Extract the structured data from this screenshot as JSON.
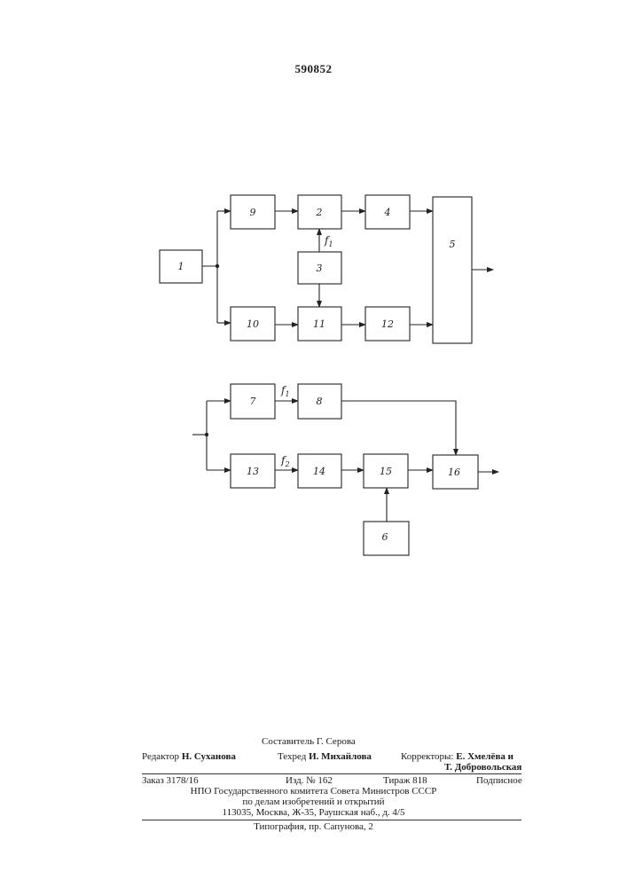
{
  "document": {
    "number": "590852"
  },
  "diagram": {
    "blocks": {
      "b1": "1",
      "b2": "2",
      "b3": "3",
      "b4": "4",
      "b5": "5",
      "b6": "6",
      "b7": "7",
      "b8": "8",
      "b9": "9",
      "b10": "10",
      "b11": "11",
      "b12": "12",
      "b13": "13",
      "b14": "14",
      "b15": "15",
      "b16": "16"
    },
    "freq_labels": {
      "f1_top": {
        "base": "f",
        "sub": "1"
      },
      "f1_bottom": {
        "base": "f",
        "sub": "1"
      },
      "f2_bottom": {
        "base": "f",
        "sub": "2"
      }
    }
  },
  "footer": {
    "compiler": "Составитель Г. Серова",
    "editor_label": "Редактор",
    "editor_name": "Н. Суханова",
    "techred_label": "Техред",
    "techred_name": "И. Михайлова",
    "correctors_label": "Корректоры:",
    "correctors_name1": "Е. Хмелёва и",
    "correctors_name2": "Т. Добровольская",
    "order": "Заказ 3178/16",
    "edition": "Изд. № 162",
    "circulation": "Тираж 818",
    "subscription": "Подписное",
    "org_line1": "НПО Государственного комитета Совета Министров СССР",
    "org_line2": "по делам изобретений и открытий",
    "org_line3": "113035, Москва, Ж-35, Раушская наб., д. 4/5",
    "printing": "Типография, пр. Сапунова, 2"
  }
}
